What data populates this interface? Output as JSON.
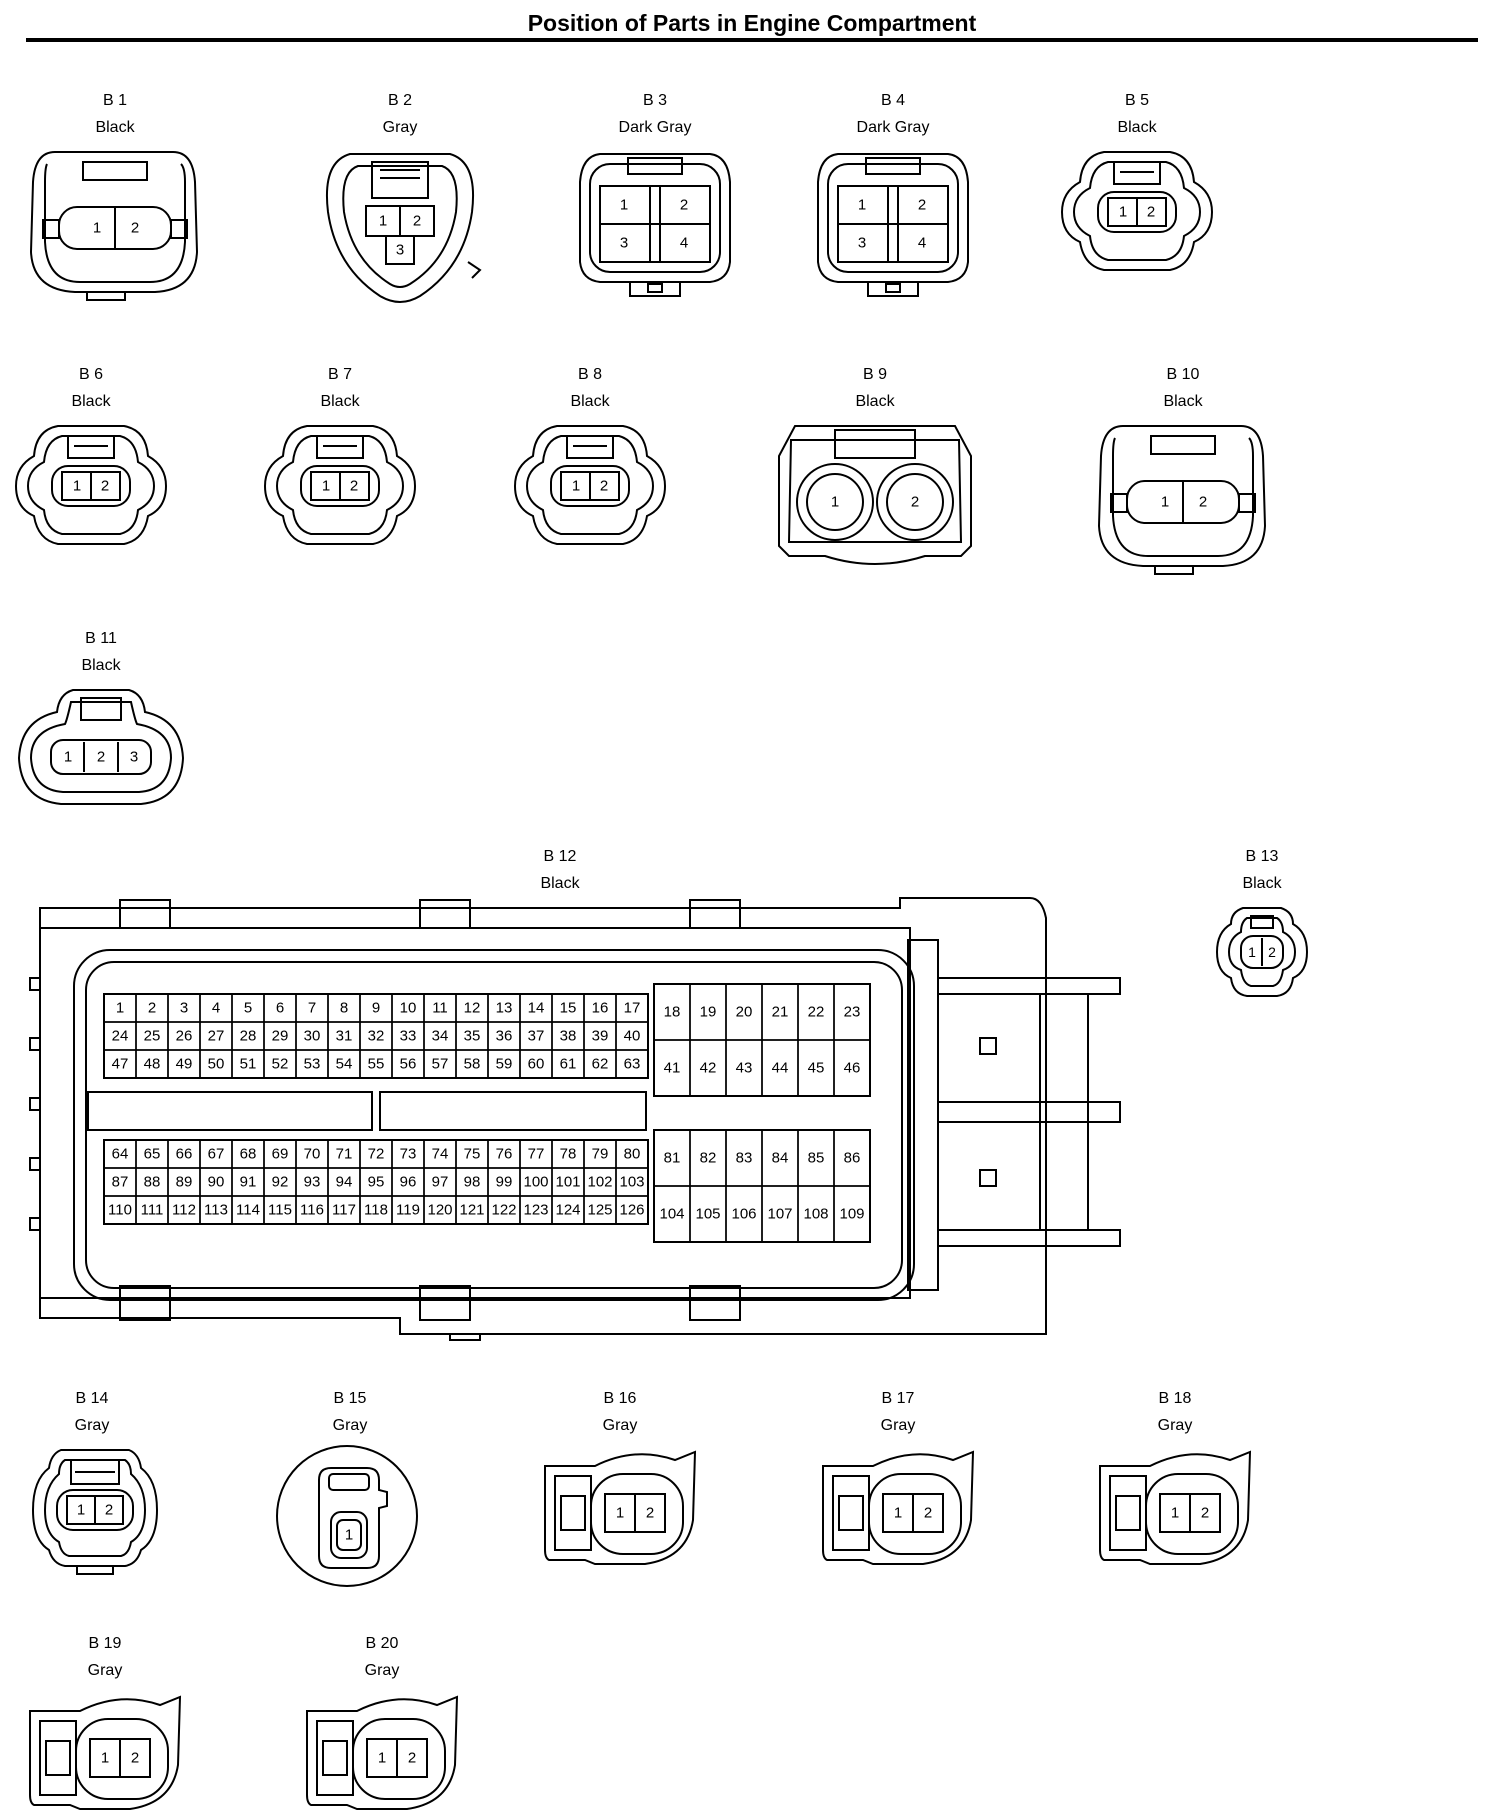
{
  "title": "Position of Parts in Engine Compartment",
  "connectors": [
    {
      "id": "B 1",
      "color": "Black",
      "pins": [
        "1",
        "2"
      ]
    },
    {
      "id": "B 2",
      "color": "Gray",
      "pins": [
        "1",
        "2",
        "3"
      ]
    },
    {
      "id": "B 3",
      "color": "Dark Gray",
      "pins": [
        "1",
        "2",
        "3",
        "4"
      ]
    },
    {
      "id": "B 4",
      "color": "Dark Gray",
      "pins": [
        "1",
        "2",
        "3",
        "4"
      ]
    },
    {
      "id": "B 5",
      "color": "Black",
      "pins": [
        "1",
        "2"
      ]
    },
    {
      "id": "B 6",
      "color": "Black",
      "pins": [
        "1",
        "2"
      ]
    },
    {
      "id": "B 7",
      "color": "Black",
      "pins": [
        "1",
        "2"
      ]
    },
    {
      "id": "B 8",
      "color": "Black",
      "pins": [
        "1",
        "2"
      ]
    },
    {
      "id": "B 9",
      "color": "Black",
      "pins": [
        "1",
        "2"
      ]
    },
    {
      "id": "B 10",
      "color": "Black",
      "pins": [
        "1",
        "2"
      ]
    },
    {
      "id": "B 11",
      "color": "Black",
      "pins": [
        "1",
        "2",
        "3"
      ]
    },
    {
      "id": "B 13",
      "color": "Black",
      "pins": [
        "1",
        "2"
      ]
    },
    {
      "id": "B 14",
      "color": "Gray",
      "pins": [
        "1",
        "2"
      ]
    },
    {
      "id": "B 15",
      "color": "Gray",
      "pins": [
        "1"
      ]
    },
    {
      "id": "B 16",
      "color": "Gray",
      "pins": [
        "1",
        "2"
      ]
    },
    {
      "id": "B 17",
      "color": "Gray",
      "pins": [
        "1",
        "2"
      ]
    },
    {
      "id": "B 18",
      "color": "Gray",
      "pins": [
        "1",
        "2"
      ]
    },
    {
      "id": "B 19",
      "color": "Gray",
      "pins": [
        "1",
        "2"
      ]
    },
    {
      "id": "B 20",
      "color": "Gray",
      "pins": [
        "1",
        "2"
      ]
    }
  ],
  "b12": {
    "id": "B 12",
    "color": "Black",
    "left_upper_rows": [
      [
        "1",
        "2",
        "3",
        "4",
        "5",
        "6",
        "7",
        "8",
        "9",
        "10",
        "11",
        "12",
        "13",
        "14",
        "15",
        "16",
        "17"
      ],
      [
        "24",
        "25",
        "26",
        "27",
        "28",
        "29",
        "30",
        "31",
        "32",
        "33",
        "34",
        "35",
        "36",
        "37",
        "38",
        "39",
        "40"
      ],
      [
        "47",
        "48",
        "49",
        "50",
        "51",
        "52",
        "53",
        "54",
        "55",
        "56",
        "57",
        "58",
        "59",
        "60",
        "61",
        "62",
        "63"
      ]
    ],
    "right_upper_rows": [
      [
        "18",
        "19",
        "20",
        "21",
        "22",
        "23"
      ],
      [
        "41",
        "42",
        "43",
        "44",
        "45",
        "46"
      ]
    ],
    "left_lower_rows": [
      [
        "64",
        "65",
        "66",
        "67",
        "68",
        "69",
        "70",
        "71",
        "72",
        "73",
        "74",
        "75",
        "76",
        "77",
        "78",
        "79",
        "80"
      ],
      [
        "87",
        "88",
        "89",
        "90",
        "91",
        "92",
        "93",
        "94",
        "95",
        "96",
        "97",
        "98",
        "99",
        "100",
        "101",
        "102",
        "103"
      ],
      [
        "110",
        "111",
        "112",
        "113",
        "114",
        "115",
        "116",
        "117",
        "118",
        "119",
        "120",
        "121",
        "122",
        "123",
        "124",
        "125",
        "126"
      ]
    ],
    "right_lower_rows": [
      [
        "81",
        "82",
        "83",
        "84",
        "85",
        "86"
      ],
      [
        "104",
        "105",
        "106",
        "107",
        "108",
        "109"
      ]
    ]
  }
}
